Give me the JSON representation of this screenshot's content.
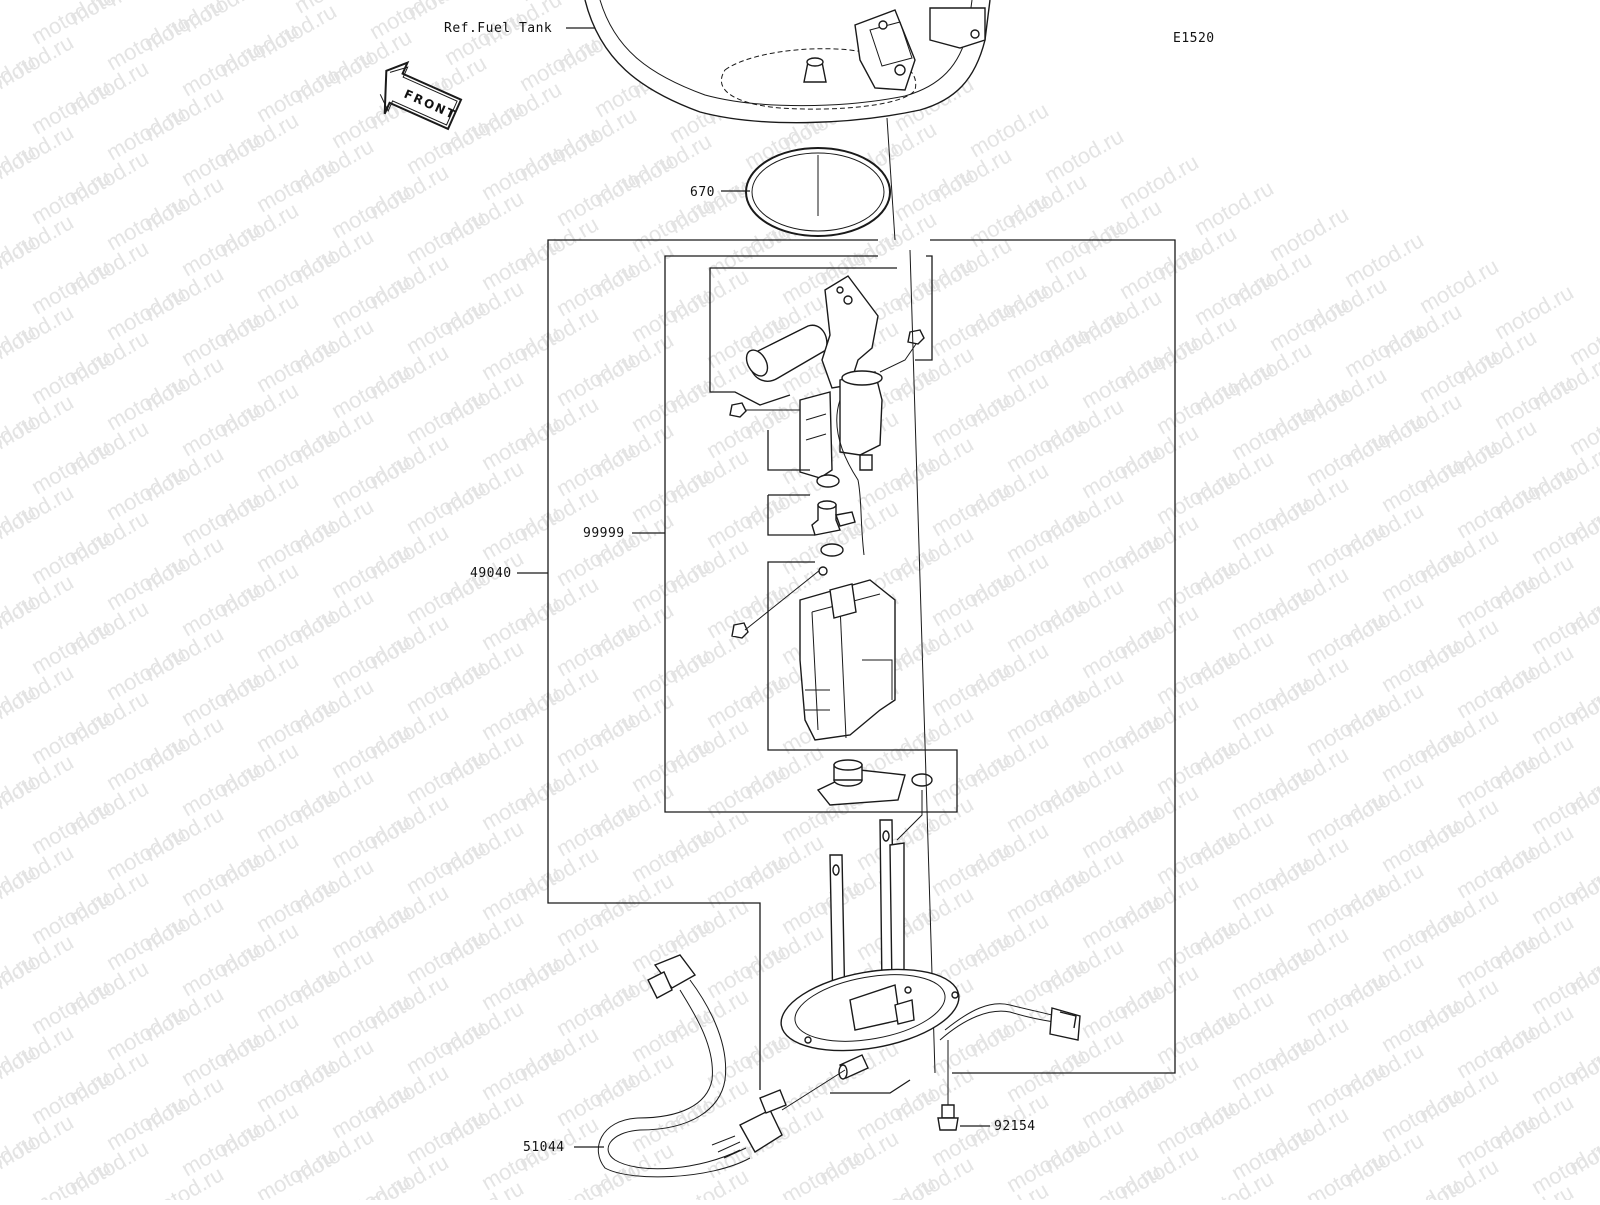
{
  "diagram": {
    "code": "E1520",
    "reference_label": "Ref.Fuel Tank",
    "front_label": "FRONT",
    "watermark": "motod.ru",
    "parts": [
      {
        "id": "670"
      },
      {
        "id": "99999"
      },
      {
        "id": "49040"
      },
      {
        "id": "51044"
      },
      {
        "id": "92154"
      }
    ]
  }
}
